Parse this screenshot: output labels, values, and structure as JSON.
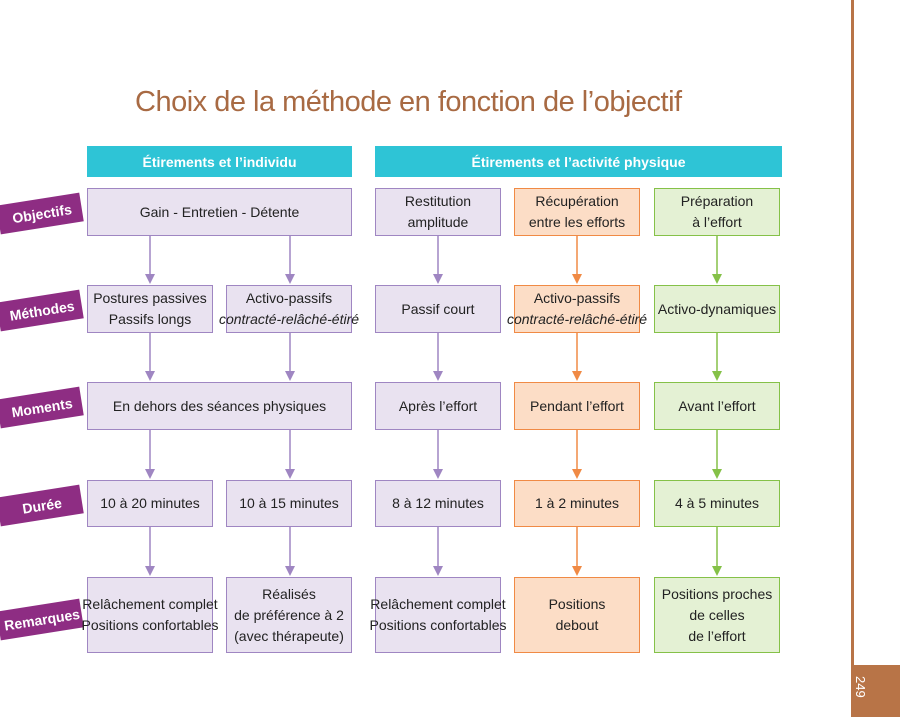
{
  "title": "Choix de la méthode en fonction de l’objectif",
  "headers": {
    "left": "Étirements et l’individu",
    "right": "Étirements et l’activité physique"
  },
  "row_labels": {
    "objectifs": "Objectifs",
    "methodes": "Méthodes",
    "moments": "Moments",
    "duree": "Durée",
    "remarques": "Remarques"
  },
  "boxes": {
    "gain": [
      "Gain - Entretien - Détente"
    ],
    "restitution": [
      "Restitution",
      "amplitude"
    ],
    "recuperation": [
      "Récupération",
      "entre les efforts"
    ],
    "preparation": [
      "Préparation",
      "à l’effort"
    ],
    "postures": [
      "Postures passives",
      "Passifs longs"
    ],
    "activo_passifs_1": [
      "Activo-passifs",
      "contracté-relâché-étiré"
    ],
    "passif_court": [
      "Passif court"
    ],
    "activo_passifs_2": [
      "Activo-passifs",
      "contracté-relâché-étiré"
    ],
    "activo_dynamiques": [
      "Activo-dynamiques"
    ],
    "en_dehors": [
      "En dehors des séances physiques"
    ],
    "apres": [
      "Après l’effort"
    ],
    "pendant": [
      "Pendant l’effort"
    ],
    "avant": [
      "Avant l’effort"
    ],
    "duree_1": [
      "10 à 20 minutes"
    ],
    "duree_2": [
      "10 à 15 minutes"
    ],
    "duree_3": [
      "8 à 12 minutes"
    ],
    "duree_4": [
      "1 à 2 minutes"
    ],
    "duree_5": [
      "4 à 5 minutes"
    ],
    "remarque_1": [
      "Relâchement complet",
      "Positions confortables"
    ],
    "remarque_2": [
      "Réalisés",
      "de préférence à 2",
      "(avec thérapeute)"
    ],
    "remarque_3": [
      "Relâchement complet",
      "Positions confortables"
    ],
    "remarque_4": [
      "Positions",
      "debout"
    ],
    "remarque_5": [
      "Positions proches",
      "de celles",
      "de l’effort"
    ]
  },
  "page_number": "249",
  "colors": {
    "title": "#a86a43",
    "header": "#2ec4d6",
    "row_label": "#8e2d83",
    "purple_fill": "#e9e2f0",
    "purple_border": "#9f86c2",
    "orange_fill": "#fcddc6",
    "orange_border": "#f08a45",
    "green_fill": "#e4f1d4",
    "green_border": "#85c148",
    "page_band": "#b87447"
  }
}
